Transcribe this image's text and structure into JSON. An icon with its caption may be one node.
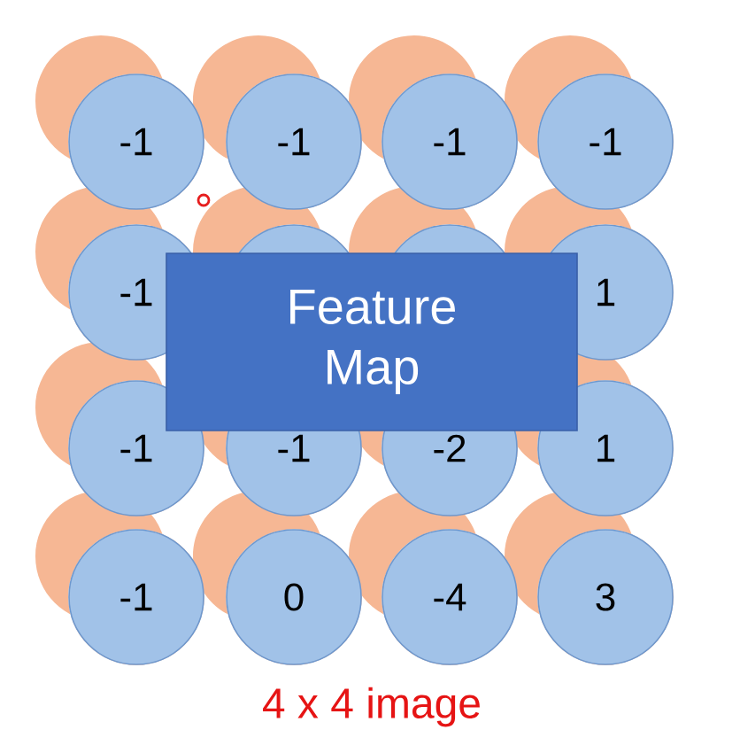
{
  "diagram": {
    "nodes": [
      {
        "text": [
          "-1"
        ]
      },
      {
        "text": [
          "-1"
        ]
      },
      {
        "text": [
          "-1"
        ]
      },
      {
        "text": [
          "-1"
        ]
      },
      {
        "text": [
          "-1"
        ]
      },
      {
        "text": [],
        "shape": "circle"
      },
      {
        "text": [],
        "shape": "circle"
      },
      {
        "text": [
          "1"
        ]
      },
      {
        "text": [
          "-1"
        ]
      },
      {
        "text": [
          "-1"
        ]
      },
      {
        "text": [
          "-2"
        ]
      },
      {
        "text": [
          "1"
        ]
      },
      {
        "text": [
          "-1"
        ]
      },
      {
        "text": [
          "0"
        ]
      },
      {
        "text": [
          "-4"
        ]
      },
      {
        "text": [
          "3"
        ]
      },
      {
        "text": [
          "Feature Map"
        ]
      }
    ],
    "labels": [
      "4 x 4 image"
    ]
  }
}
